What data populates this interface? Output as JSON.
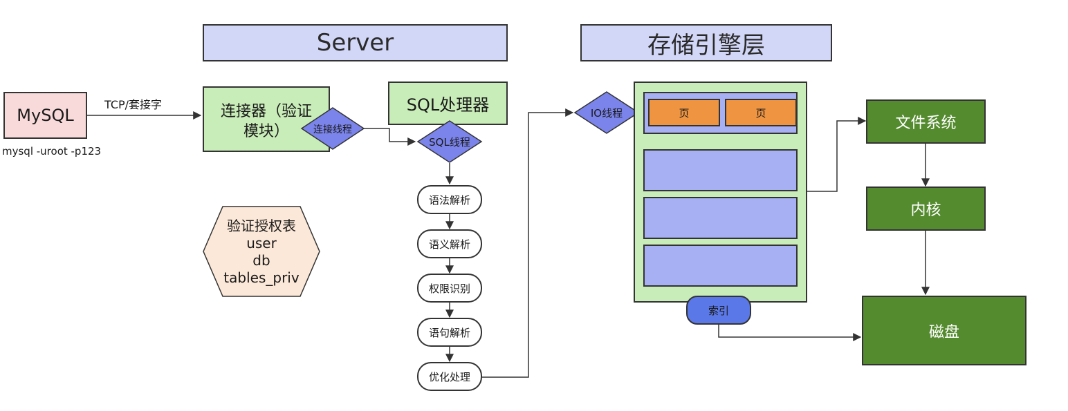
{
  "headers": {
    "server": "Server",
    "storage": "存储引擎层"
  },
  "client": {
    "label": "MySQL",
    "command": "mysql -uroot -p123",
    "edge_label": "TCP/套接字"
  },
  "connector": {
    "line1": "连接器（验证",
    "line2": "模块）",
    "thread": "连接线程"
  },
  "sql_processor": {
    "label": "SQL处理器",
    "thread": "SQL线程",
    "steps": [
      "语法解析",
      "语义解析",
      "权限识别",
      "语句解析",
      "优化处理"
    ]
  },
  "auth_table": {
    "lines": [
      "验证授权表",
      "user",
      "db",
      "tables_priv"
    ]
  },
  "storage_engine": {
    "io_thread": "IO线程",
    "pages": [
      "页",
      "页"
    ],
    "index": "索引"
  },
  "os": {
    "filesystem": "文件系统",
    "kernel": "内核",
    "disk": "磁盘"
  },
  "colors": {
    "header_fill": "#d3d7f7",
    "client_fill": "#f9dada",
    "module_fill": "#c9edb9",
    "diamond_fill": "#7b84ea",
    "hexagon_fill": "#fce8d8",
    "block_fill": "#a7b0f2",
    "page_fill": "#ef9440",
    "index_fill": "#5b78e8",
    "os_fill": "#558b2f"
  }
}
